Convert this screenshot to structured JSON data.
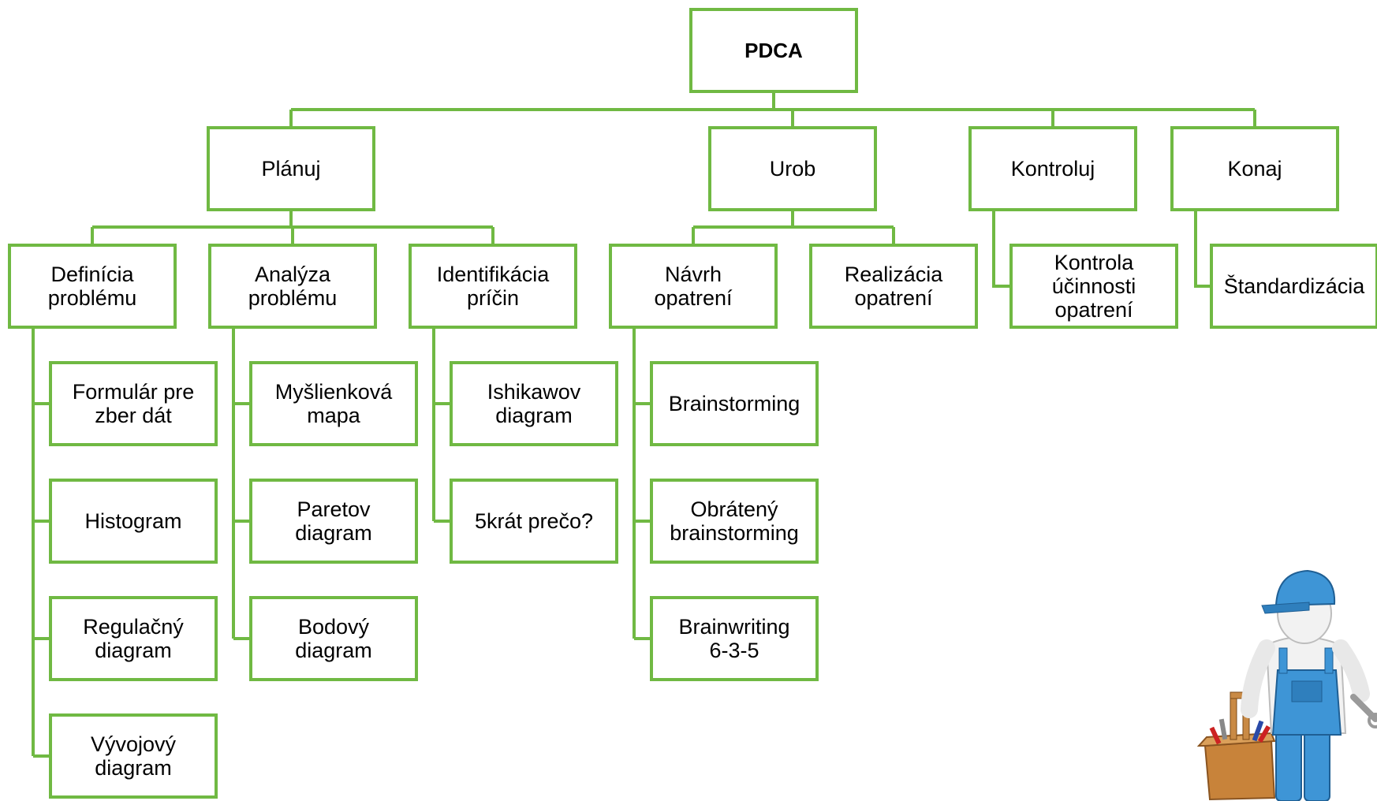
{
  "root": {
    "id": "pdca",
    "label": [
      "PDCA"
    ]
  },
  "phases": [
    {
      "id": "planuj",
      "label": [
        "Plánuj"
      ]
    },
    {
      "id": "urob",
      "label": [
        "Urob"
      ]
    },
    {
      "id": "kontroluj",
      "label": [
        "Kontroluj"
      ]
    },
    {
      "id": "konaj",
      "label": [
        "Konaj"
      ]
    }
  ],
  "steps": [
    {
      "id": "definicia-problemu",
      "phase": "planuj",
      "label": [
        "Definícia",
        "problému"
      ]
    },
    {
      "id": "analyza-problemu",
      "phase": "planuj",
      "label": [
        "Analýza",
        "problému"
      ]
    },
    {
      "id": "identifikacia-pricin",
      "phase": "planuj",
      "label": [
        "Identifikácia",
        "príčin"
      ]
    },
    {
      "id": "navrh-opatreni",
      "phase": "urob",
      "label": [
        "Návrh",
        "opatrení"
      ]
    },
    {
      "id": "realizacia-opatreni",
      "phase": "urob",
      "label": [
        "Realizácia",
        "opatrení"
      ]
    },
    {
      "id": "kontrola-ucinnosti-opatreni",
      "phase": "kontroluj",
      "label": [
        "Kontrola",
        "účinnosti",
        "opatrení"
      ]
    },
    {
      "id": "standardizacia",
      "phase": "konaj",
      "label": [
        "Štandardizácia"
      ]
    }
  ],
  "tools": [
    {
      "id": "formular-pre-zber-dat",
      "step": "definicia-problemu",
      "label": [
        "Formulár pre",
        "zber dát"
      ]
    },
    {
      "id": "histogram",
      "step": "definicia-problemu",
      "label": [
        "Histogram"
      ]
    },
    {
      "id": "regulacny-diagram",
      "step": "definicia-problemu",
      "label": [
        "Regulačný",
        "diagram"
      ]
    },
    {
      "id": "vyvojovy-diagram",
      "step": "definicia-problemu",
      "label": [
        "Vývojový",
        "diagram"
      ]
    },
    {
      "id": "myslienkova-mapa",
      "step": "analyza-problemu",
      "label": [
        "Myšlienková",
        "mapa"
      ]
    },
    {
      "id": "paretov-diagram",
      "step": "analyza-problemu",
      "label": [
        "Paretov",
        "diagram"
      ]
    },
    {
      "id": "bodovy-diagram",
      "step": "analyza-problemu",
      "label": [
        "Bodový",
        "diagram"
      ]
    },
    {
      "id": "ishikawov-diagram",
      "step": "identifikacia-pricin",
      "label": [
        "Ishikawov",
        "diagram"
      ]
    },
    {
      "id": "5krat-preco",
      "step": "identifikacia-pricin",
      "label": [
        "5krát prečo?"
      ]
    },
    {
      "id": "brainstorming",
      "step": "navrh-opatreni",
      "label": [
        "Brainstorming"
      ]
    },
    {
      "id": "obrateny-brainstorming",
      "step": "navrh-opatreni",
      "label": [
        "Obrátený",
        "brainstorming"
      ]
    },
    {
      "id": "brainwriting-6-3-5",
      "step": "navrh-opatreni",
      "label": [
        "Brainwriting",
        "6-3-5"
      ]
    }
  ],
  "colors": {
    "box_border": "#70b943",
    "connector": "#70b943",
    "text": "#000000",
    "background": "#ffffff"
  },
  "illustration": {
    "icon": "worker-with-toolbox-icon"
  }
}
